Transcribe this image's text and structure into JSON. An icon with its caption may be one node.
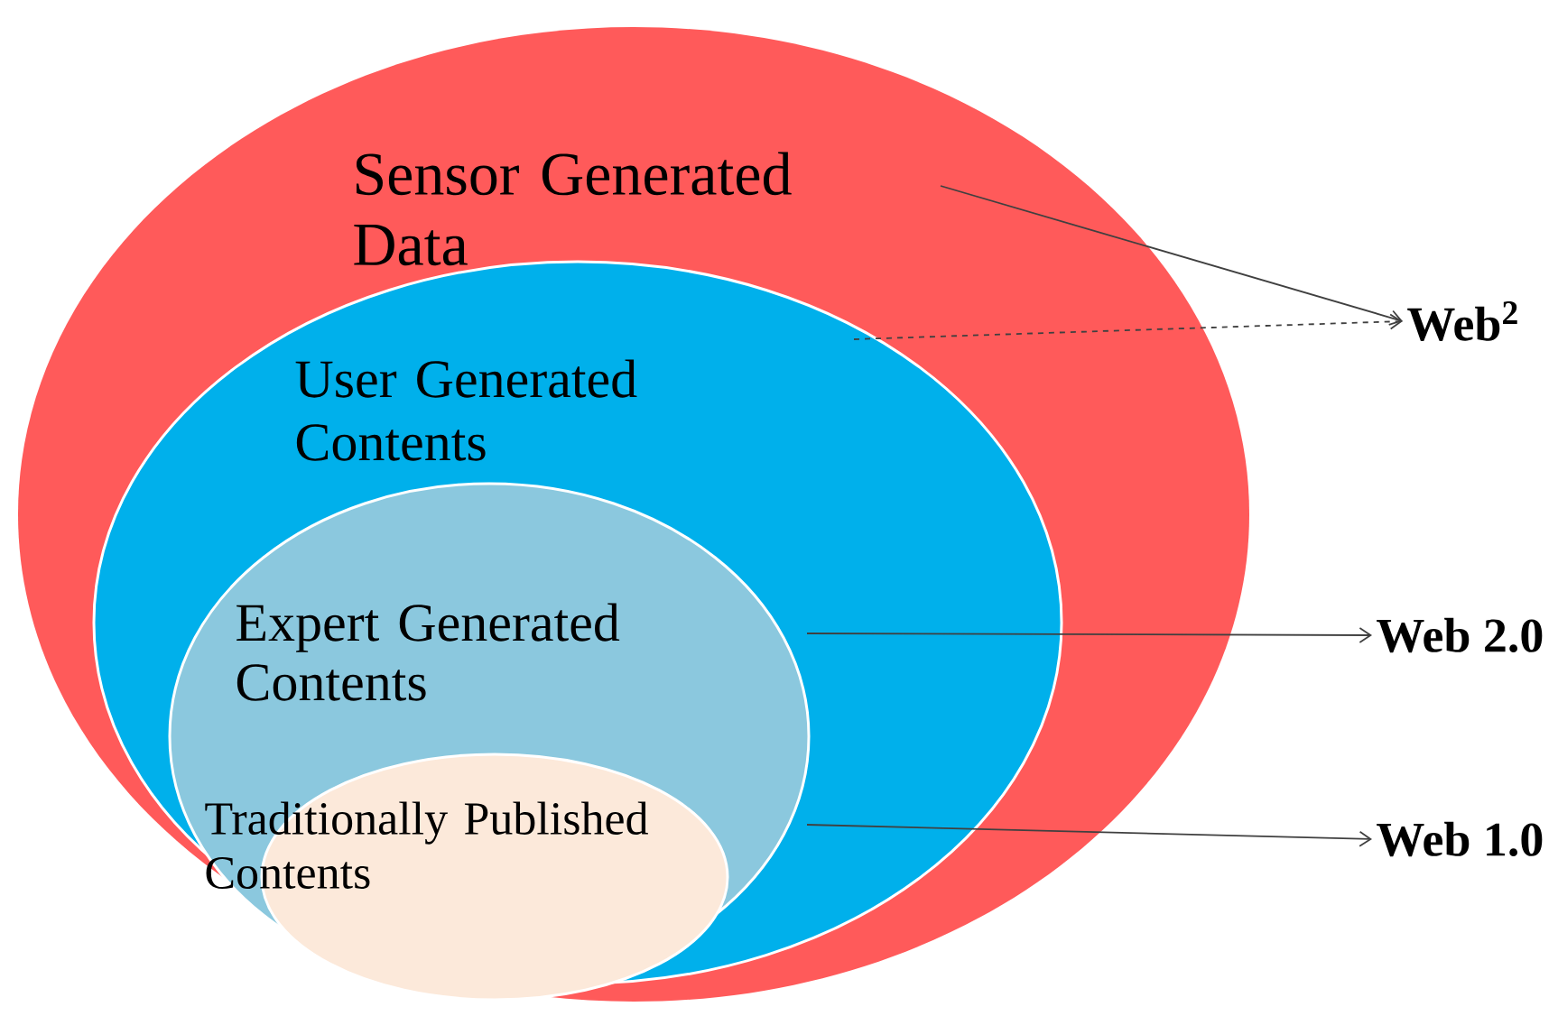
{
  "diagram": {
    "nodes": [
      {
        "text": [
          "Sensor Generated Data"
        ]
      },
      {
        "text": [
          "User Generated Contents"
        ],
        "in": 0
      },
      {
        "text": [
          "Expert Generated Contents"
        ],
        "in": 1
      },
      {
        "text": [
          "Traditionally Published Contents"
        ],
        "in": 2
      },
      {
        "text": [
          "Web$^{2}$"
        ]
      },
      {
        "text": [
          "Web 2.0"
        ]
      },
      {
        "text": [
          "Web 1.0"
        ]
      }
    ],
    "edges": [
      {
        "from": 0,
        "to": 4,
        "arrow": "to"
      },
      {
        "from": 1,
        "to": 4,
        "arrow": "to",
        "style": "dashed"
      },
      {
        "from": 2,
        "to": 5,
        "arrow": "to"
      },
      {
        "from": 3,
        "to": 6,
        "arrow": "to"
      }
    ]
  }
}
